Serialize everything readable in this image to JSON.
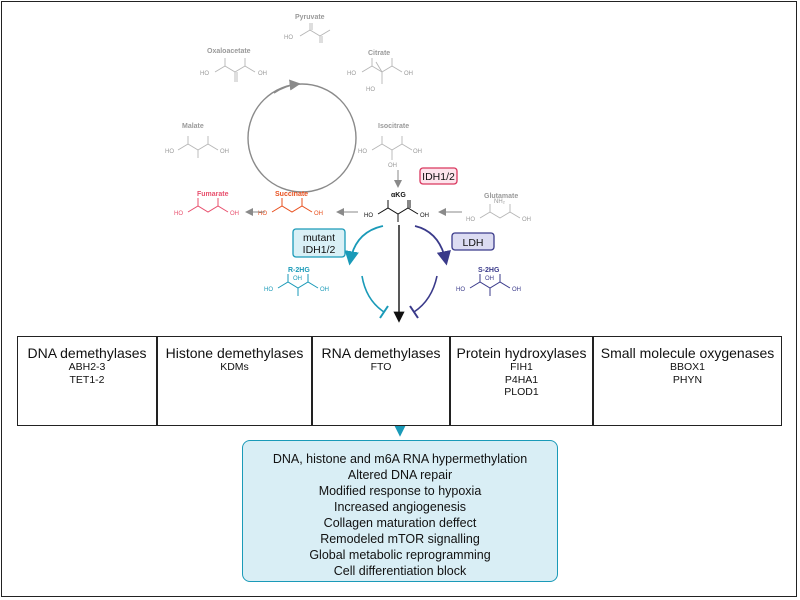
{
  "molecules": {
    "pyruvate": "Pyruvate",
    "oxaloacetate": "Oxaloacetate",
    "citrate": "Citrate",
    "malate": "Malate",
    "isocitrate": "Isocitrate",
    "fumarate": "Fumarate",
    "succinate": "Succinate",
    "akg": "αKG",
    "glutamate": "Glutamate",
    "r2hg": "R-2HG",
    "s2hg": "S-2HG"
  },
  "atoms": {
    "ho": "HO",
    "oh": "OH",
    "nh2": "NH₂"
  },
  "enzymes": {
    "idh": "IDH1/2",
    "mutant_line1": "mutant",
    "mutant_line2": "IDH1/2",
    "ldh": "LDH"
  },
  "targets": [
    {
      "title": "DNA demethylases",
      "items": [
        "ABH2-3",
        "TET1-2"
      ]
    },
    {
      "title": "Histone demethylases",
      "items": [
        "KDMs"
      ]
    },
    {
      "title": "RNA demethylases",
      "items": [
        "FTO"
      ]
    },
    {
      "title": "Protein hydroxylases",
      "items": [
        "FIH1",
        "P4HA1",
        "PLOD1"
      ]
    },
    {
      "title": "Small molecule oxygenases",
      "items": [
        "BBOX1",
        "PHYN"
      ]
    }
  ],
  "outcomes": [
    "DNA, histone and m6A RNA hypermethylation",
    "Altered DNA repair",
    "Modified response to hypoxia",
    "Increased angiogenesis",
    "Collagen maturation deffect",
    "Remodeled mTOR signalling",
    "Global metabolic reprogramming",
    "Cell differentiation block"
  ],
  "colors": {
    "grey": "#9a9a9a",
    "fumarate": "#e8506e",
    "succinate": "#e8501e",
    "idh_fill": "#fde4ec",
    "idh_stroke": "#d9375e",
    "mutant_fill": "#d9f0f6",
    "mutant_stroke": "#1a9ab8",
    "ldh_fill": "#dcdcf2",
    "ldh_stroke": "#3a3a8a",
    "r2hg": "#1a9ab8",
    "s2hg": "#3a3a8a",
    "outcome_fill": "#d9eef5"
  }
}
